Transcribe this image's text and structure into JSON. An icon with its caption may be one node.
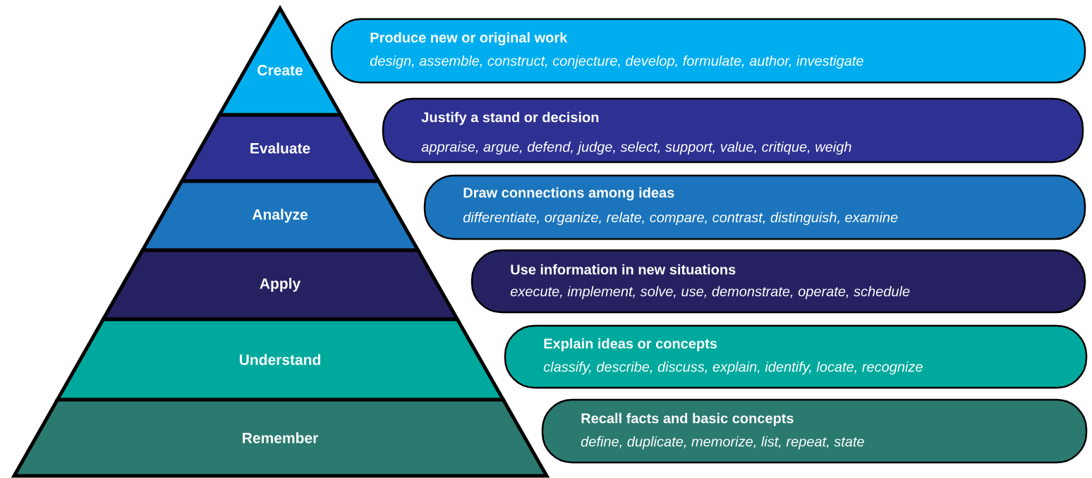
{
  "diagram": {
    "nodes": [
      {
        "text": [
          "Create"
        ]
      },
      {
        "text": [
          "Evaluate"
        ]
      },
      {
        "text": [
          "Analyze"
        ]
      },
      {
        "text": [
          "Apply"
        ]
      },
      {
        "text": [
          "Understand"
        ]
      },
      {
        "text": [
          "Remember"
        ]
      },
      {
        "text": [
          "Produce new or original work",
          "design, assemble, construct, conjecture, develop, formulate, author, investigate"
        ]
      },
      {
        "text": [
          "Justify a stand or decision",
          "appraise, argue, defend, judge, select, support, value, critique, weigh"
        ]
      },
      {
        "text": [
          "Draw connections among ideas",
          "differentiate, organize, relate, compare, contrast, distinguish, examine"
        ]
      },
      {
        "text": [
          "Use information in new situations",
          "execute, implement, solve, use, demonstrate, operate, schedule"
        ]
      },
      {
        "text": [
          "Explain ideas or concepts",
          "classify, describe, discuss, explain, identify, locate, recognize"
        ]
      },
      {
        "text": [
          "Recall facts and basic concepts",
          "define, duplicate, memorize, list, repeat, state"
        ]
      }
    ]
  }
}
